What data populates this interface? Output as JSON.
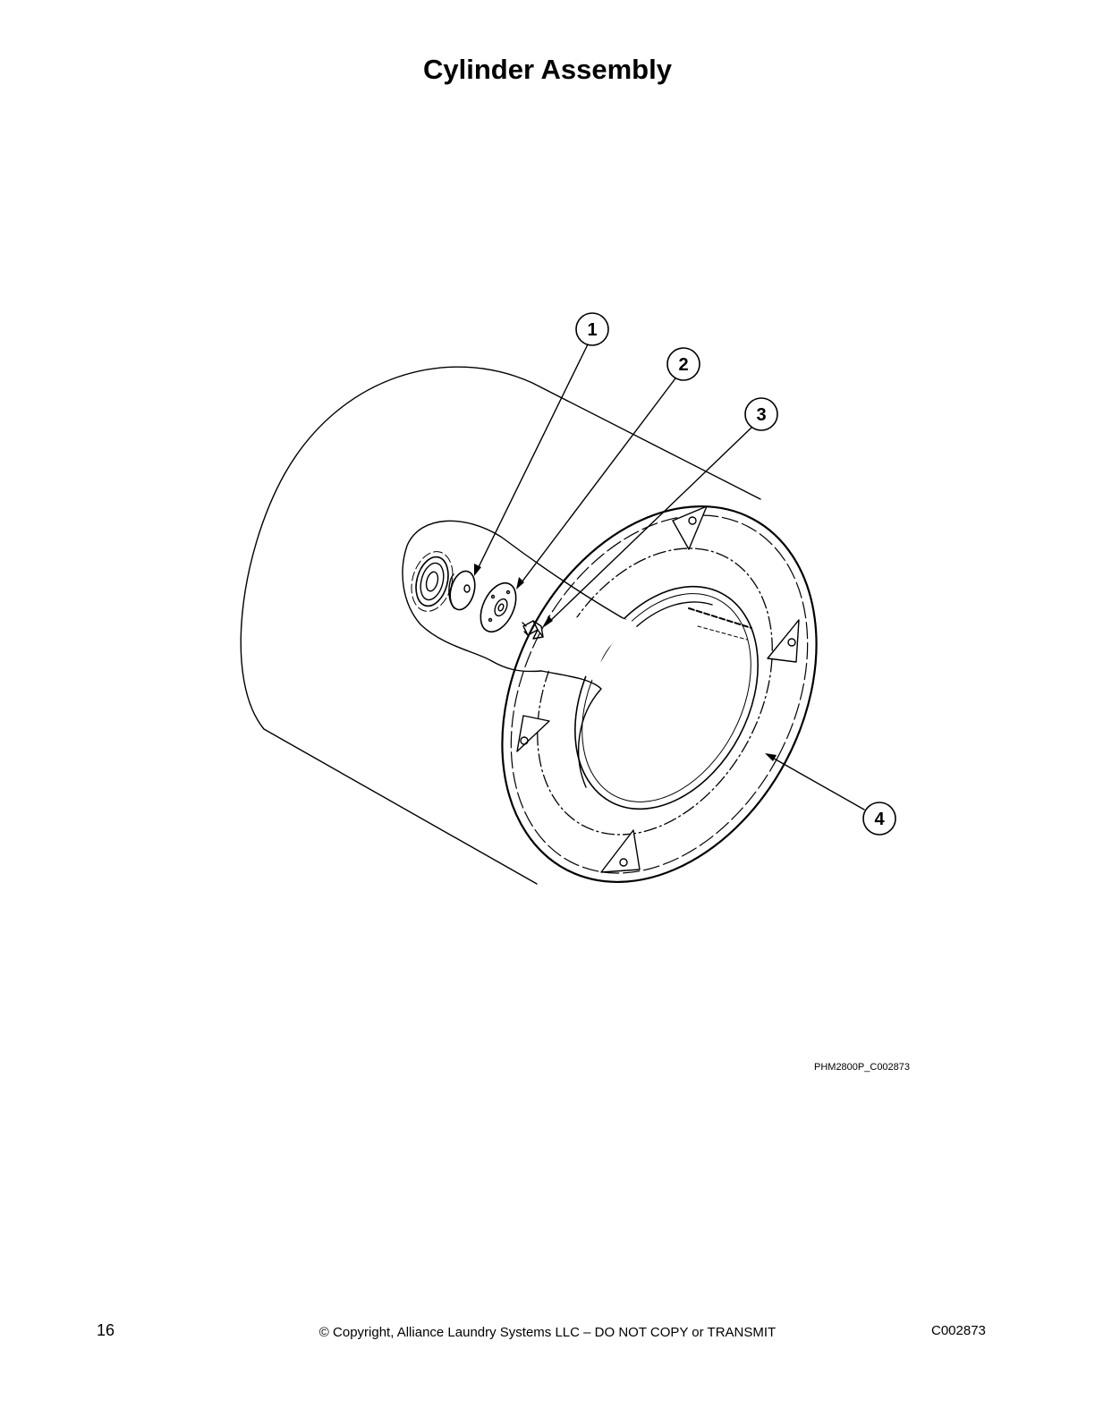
{
  "page": {
    "title": "Cylinder Assembly",
    "drawing_id": "PHM2800P_C002873"
  },
  "callouts": [
    {
      "label": "1"
    },
    {
      "label": "2"
    },
    {
      "label": "3"
    },
    {
      "label": "4"
    }
  ],
  "footer": {
    "page_number": "16",
    "copyright": "© Copyright, Alliance Laundry Systems LLC – DO NOT COPY or TRANSMIT",
    "document_code": "C002873"
  }
}
